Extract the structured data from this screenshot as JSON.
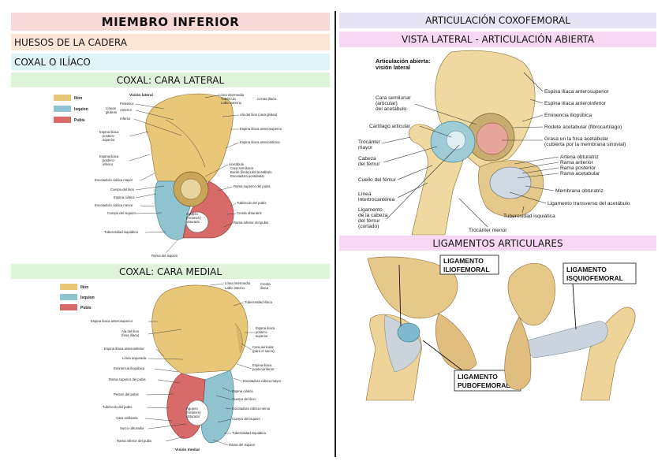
{
  "headers": {
    "title": "MIEMBRO INFERIOR",
    "cadera": "HUESOS DE LA CADERA",
    "coxal": "COXAL O ILÍACO",
    "cara_lateral": "COXAL: CARA LATERAL",
    "cara_medial": "COXAL: CARA MEDIAL",
    "articulacion": "ARTICULACIÓN COXOFEMORAL",
    "vista_lateral": "VISTA LATERAL - ARTICULACIÓN ABIERTA",
    "ligamentos": "LIGAMENTOS ARTICULARES"
  },
  "colors": {
    "ilion": "#e9c779",
    "isquion": "#8fc3cf",
    "pubis": "#d96a6a",
    "femur": "#efd9a0"
  },
  "legend": {
    "ilion": "Ilion",
    "isquion": "Isquion",
    "pubis": "Pubis"
  },
  "lateral": {
    "subtitle": "Visión lateral",
    "labels": {
      "linea_intermedia": "Línea intermedia",
      "tuberculo": "Tubérculo",
      "labio_externo": "Labio externo",
      "cresta_iliaca": "Cresta ilíaca",
      "posterior": "Posterior",
      "anterior": "Anterior",
      "inferior": "Inferior",
      "lineas_l1": "Líneas",
      "lineas_l2": "glúteas",
      "ala_ilion": "Ala del ilion (cara glútea)",
      "espina_ant_sup": "Espina ilíaca anterosuperior",
      "espina_ant_inf": "Espina ilíaca anteroinferior",
      "esp_post_sup_l1": "Espina ilíaca",
      "esp_post_sup_l2": "postero-",
      "esp_post_sup_l3": "superior",
      "esp_post_inf_l1": "Espina ilíaca",
      "esp_post_inf_l2": "postero-",
      "esp_post_inf_l3": "inferior",
      "acetabulo": "Acetábulo",
      "cara_semilunar": "Cara semilunar",
      "borde_acetabulo": "Borde (limbo) del acetábulo",
      "escotadura_acetabular": "Escotadura acetabular",
      "escotadura_ciatica_mayor": "Escotadura ciática mayor",
      "cuerpo_ilion": "Cuerpo del ilion",
      "espina_ciatica": "Espina ciática",
      "escotadura_ciatica_menor": "Escotadura ciática menor",
      "cuerpo_isquion": "Cuerpo del isquion",
      "tuberosidad_isquiatica": "Tuberosidad isquiática",
      "rama_isquion": "Rama del isquion",
      "rama_superior_pubis": "Rama superior del pubis",
      "tuberculo_pubis": "Tubérculo del pubis",
      "cresta_obturatriz": "Cresta obturatriz",
      "rama_inferior_pubis": "Rama inferior del pubis",
      "agujero_l1": "Agujero",
      "agujero_l2": "(foramen)",
      "agujero_l3": "obturado"
    }
  },
  "medial": {
    "subtitle": "Visión medial",
    "labels": {
      "linea_intermedia": "Línea intermedia",
      "labio_interno": "Labio interno",
      "cresta_l1": "Cresta",
      "cresta_l2": "ilíaca",
      "tuberosidad_iliaca": "Tuberosidad ilíaca",
      "espina_ant_sup": "Espina ilíaca anterosuperior",
      "ala_ilion_l1": "Ala del ilion",
      "ala_ilion_l2": "(fosa ilíaca)",
      "espina_ant_inf": "Espina ilíaca anteroinferior",
      "linea_arqueada": "Línea arqueada",
      "eminencia": "Eminencia iliopúbica",
      "rama_superior_pubis": "Rama superior del pubis",
      "pecten": "Pecten del pubis",
      "tuberculo_pubis": "Tubérculo del pubis",
      "cara_sinfisaria": "Cara sinfisaria",
      "surco_obturador": "Surco obturador",
      "rama_inferior_pubis": "Rama inferior del pubis",
      "esp_post_sup_l1": "Espina ilíaca",
      "esp_post_sup_l2": "postero-",
      "esp_post_sup_l3": "superior",
      "cara_auricular_l1": "Cara auricular",
      "cara_auricular_l2": "(para el sacro)",
      "esp_post_inf_l1": "Espina ilíaca",
      "esp_post_inf_l2": "posteroinferior",
      "escotadura_ciatica_mayor": "Escotadura ciática mayor",
      "espina_ciatica": "Espina ciática",
      "cuerpo_ilion": "Cuerpo del ilion",
      "escotadura_ciatica_menor": "Escotadura ciática menor",
      "cuerpo_isquion": "Cuerpo del isquion",
      "tuberosidad_isquiatica": "Tuberosidad isquiática",
      "rama_isquion": "Rama del isquion",
      "agujero_l1": "Agujero",
      "agujero_l2": "(foramen)",
      "agujero_l3": "obturado"
    }
  },
  "joint": {
    "title_l1": "Articulación abierta:",
    "title_l2": "visión lateral",
    "labels": {
      "cara_sem_l1": "Cara semilunar",
      "cara_sem_l2": "(articular)",
      "cara_sem_l3": "del acetábulo",
      "cartilago": "Cartílago articular",
      "trocanter_mayor_l1": "Trocánter",
      "trocanter_mayor_l2": "mayor",
      "cabeza_l1": "Cabeza",
      "cabeza_l2": "del fémur",
      "cuello": "Cuello del fémur",
      "linea_inter_l1": "Línea",
      "linea_inter_l2": "intertrocantérea",
      "lig_cabeza_l1": "Ligamento",
      "lig_cabeza_l2": "de la cabeza",
      "lig_cabeza_l3": "del fémur",
      "lig_cabeza_l4": "(cortado)",
      "trocanter_menor": "Trocánter menor",
      "espina_ant_sup": "Espina ilíaca anterosuperior",
      "espina_ant_inf": "Espina ilíaca anteroinferior",
      "eminencia": "Eminencia iliopúbica",
      "rodete": "Rodete acetabular (fibrocartílago)",
      "grasa_l1": "Grasa en la fosa acetabular",
      "grasa_l2": "(cubierta por la membrana sinovial)",
      "arteria_obturatriz": "Arteria obturatriz",
      "rama_anterior": "Rama anterior",
      "rama_posterior": "Rama posterior",
      "rama_acetabular": "Rama acetabular",
      "membrana_obturatriz": "Membrana obturatriz",
      "lig_transverso": "Ligamento transverso del acetábulo",
      "tuberosidad_isquiatica": "Tuberosidad isquiática"
    }
  },
  "ligaments": {
    "ilio_l1": "LIGAMENTO",
    "ilio_l2": "ILIOFEMORAL",
    "isquio_l1": "LIGAMENTO",
    "isquio_l2": "ISQUIOFEMORAL",
    "pubo_l1": "LIGAMENTO",
    "pubo_l2": "PUBOFEMORAL"
  }
}
